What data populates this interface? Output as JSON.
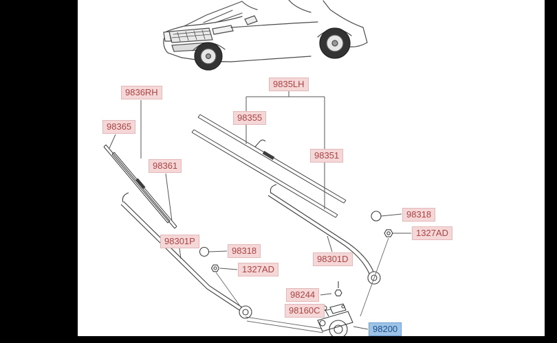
{
  "page": {
    "type": "parts-catalog-wiper-diagram",
    "selected_part": "98200"
  },
  "colors": {
    "page_bg": "#000000",
    "canvas_bg": "#ffffff",
    "line": "#3c3c3c",
    "label_bg": "#f6d7d7",
    "label_border": "#e3b8b8",
    "label_text": "#a94444",
    "selected_bg": "#9dc3e6",
    "selected_border": "#6f9fd0",
    "selected_text": "#1b4f8a"
  },
  "labels": [
    {
      "text": "9836RH"
    },
    {
      "text": "9835LH"
    },
    {
      "text": "98365"
    },
    {
      "text": "98355"
    },
    {
      "text": "98361"
    },
    {
      "text": "98351"
    },
    {
      "text": "98318"
    },
    {
      "text": "1327AD"
    },
    {
      "text": "98301P"
    },
    {
      "text": "98318"
    },
    {
      "text": "98301D"
    },
    {
      "text": "1327AD"
    },
    {
      "text": "98244"
    },
    {
      "text": "98160C"
    },
    {
      "text": "98200",
      "selected": true
    }
  ]
}
